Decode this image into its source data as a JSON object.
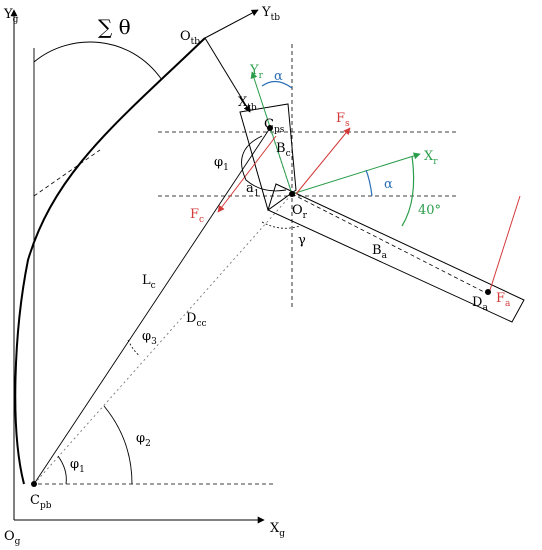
{
  "labels": {
    "yg": "Y",
    "yg_sub": "g",
    "og": "O",
    "og_sub": "g",
    "xg": "X",
    "xg_sub": "g",
    "sum_theta": "∑ θ",
    "otb": "O",
    "otb_sub": "tb",
    "ytb": "Y",
    "ytb_sub": "tb",
    "xtb": "X",
    "xtb_sub": "tb",
    "yr": "Y",
    "yr_sub": "r",
    "xr": "X",
    "xr_sub": "r",
    "alpha_top": "α",
    "alpha_right": "α",
    "fs": "F",
    "fs_sub": "s",
    "cps": "C",
    "cps_sub": "ps",
    "bc": "B",
    "bc_sub": "c",
    "phi1_top": "φ",
    "phi1_top_sub": "1",
    "a1": "a",
    "a1_sub": "1",
    "fc": "F",
    "fc_sub": "c",
    "or": "O",
    "or_sub": "r",
    "gamma": "γ",
    "angle40": "40°",
    "ba": "B",
    "ba_sub": "a",
    "fa": "F",
    "fa_sub": "a",
    "da": "D",
    "da_sub": "a",
    "lc": "L",
    "lc_sub": "c",
    "dcc": "D",
    "dcc_sub": "cc",
    "phi3": "φ",
    "phi3_sub": "3",
    "phi2": "φ",
    "phi2_sub": "2",
    "phi1_bot": "φ",
    "phi1_bot_sub": "1",
    "cpb": "C",
    "cpb_sub": "pb"
  },
  "colors": {
    "force_red": "#d33a3a",
    "frame_green": "#2a9d4a",
    "angle_blue": "#2b6fb5"
  }
}
